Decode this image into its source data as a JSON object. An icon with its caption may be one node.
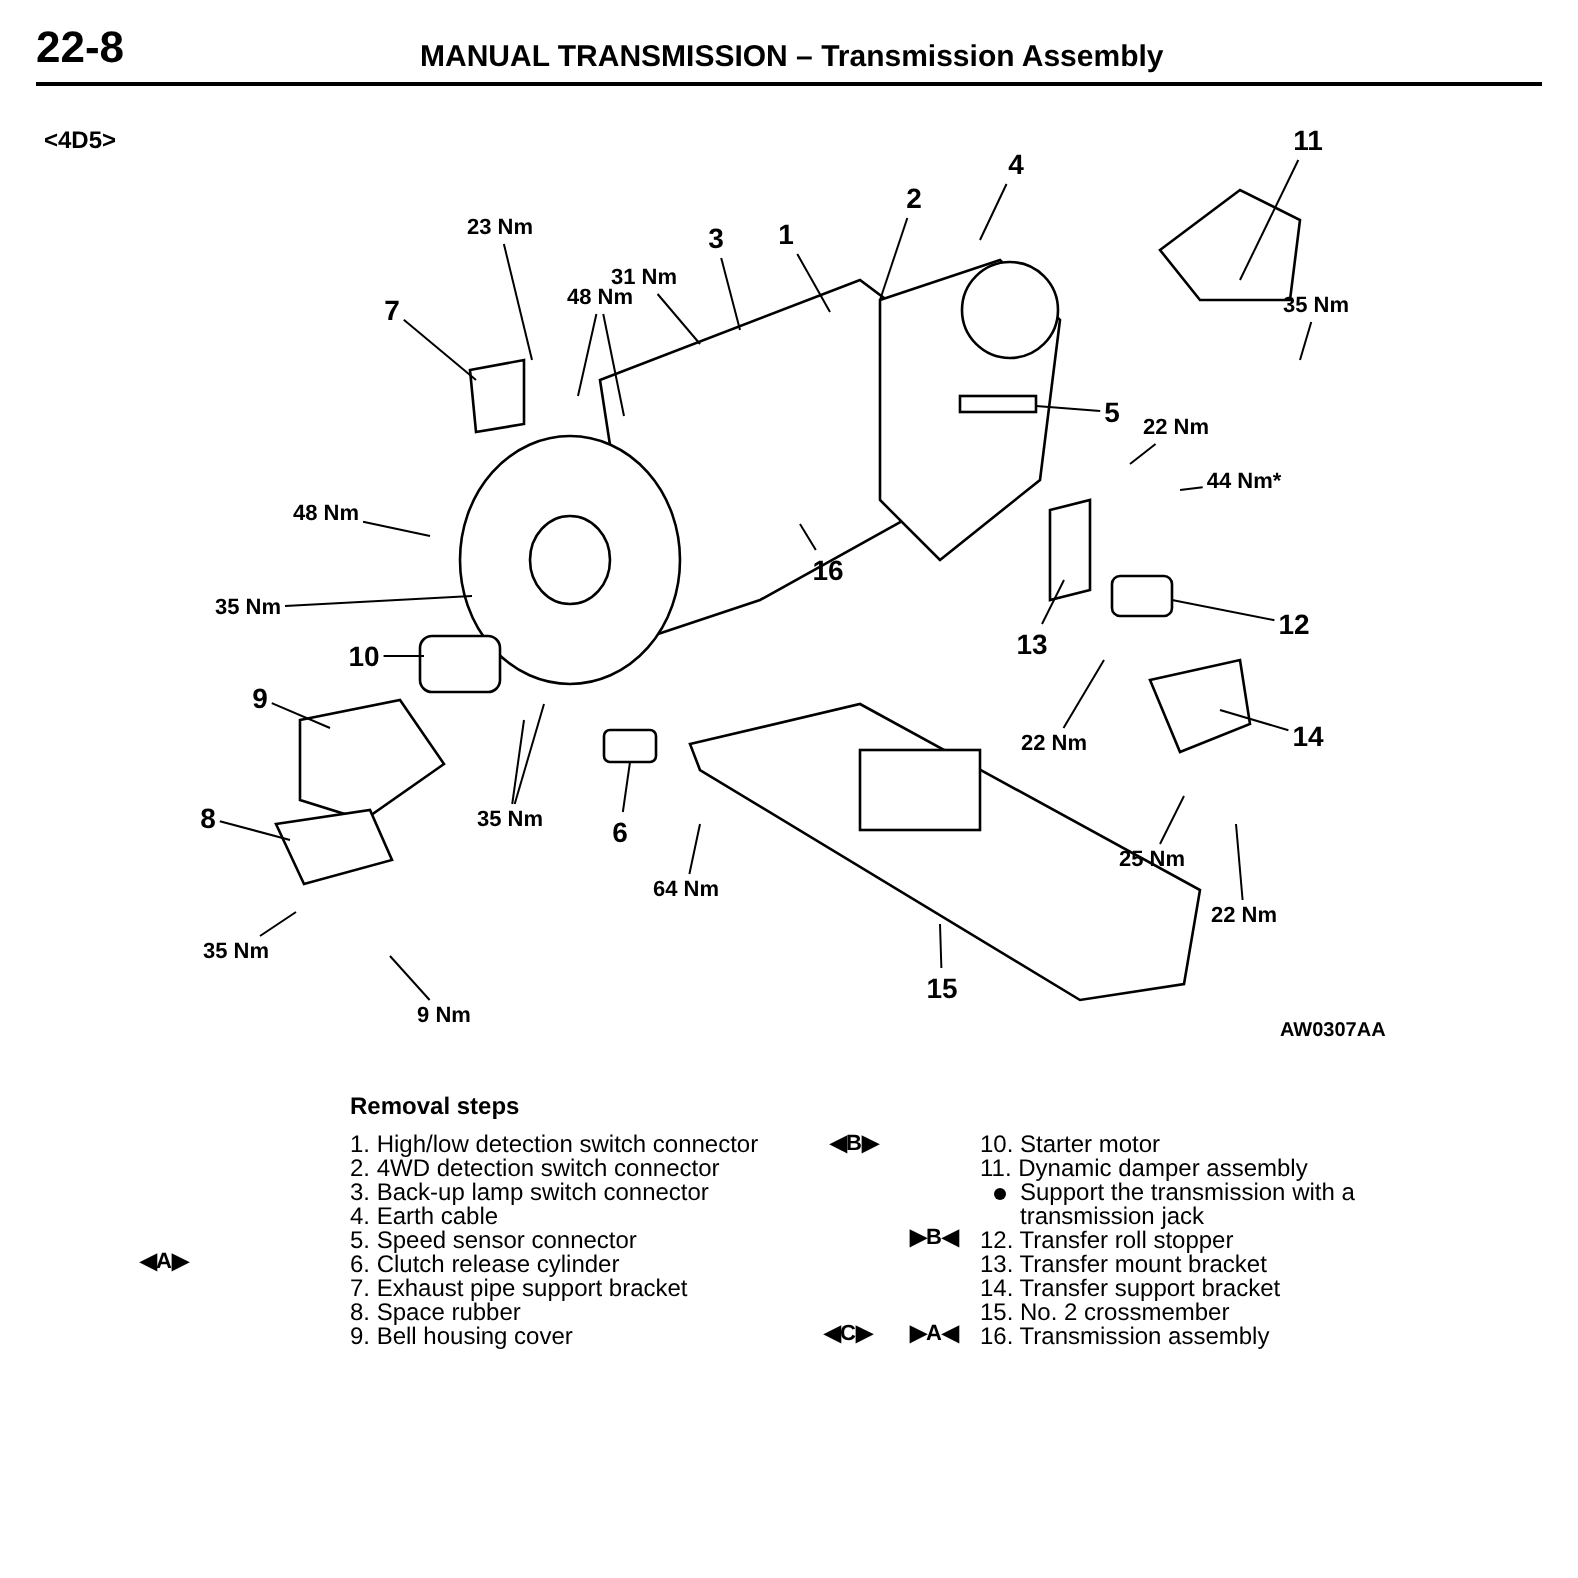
{
  "diagram": {
    "title": "MANUAL TRANSMISSION – Transmission Assembly",
    "nodes": [
      {
        "text": [
          "1"
        ]
      },
      {
        "text": [
          "2"
        ]
      },
      {
        "text": [
          "3"
        ]
      },
      {
        "text": [
          "4"
        ]
      },
      {
        "text": [
          "5"
        ]
      },
      {
        "text": [
          "6"
        ]
      },
      {
        "text": [
          "7"
        ]
      },
      {
        "text": [
          "8"
        ]
      },
      {
        "text": [
          "9"
        ]
      },
      {
        "text": [
          "10"
        ]
      },
      {
        "text": [
          "11"
        ]
      },
      {
        "text": [
          "12"
        ]
      },
      {
        "text": [
          "13"
        ]
      },
      {
        "text": [
          "14"
        ]
      },
      {
        "text": [
          "15"
        ]
      },
      {
        "text": [
          "16"
        ]
      },
      {
        "text": [
          "23 Nm"
        ]
      },
      {
        "text": [
          "31 Nm"
        ]
      },
      {
        "text": [
          "48 Nm"
        ]
      },
      {
        "text": [
          "48 Nm"
        ]
      },
      {
        "text": [
          "35 Nm"
        ]
      },
      {
        "text": [
          "22 Nm"
        ]
      },
      {
        "text": [
          "44 Nm*"
        ]
      },
      {
        "text": [
          "22 Nm"
        ]
      },
      {
        "text": [
          "35 Nm"
        ]
      },
      {
        "text": [
          "64 Nm"
        ]
      },
      {
        "text": [
          "25 Nm"
        ]
      },
      {
        "text": [
          "22 Nm"
        ]
      },
      {
        "text": [
          "35 Nm"
        ]
      },
      {
        "text": [
          "9 Nm"
        ]
      },
      {
        "text": [
          "35 Nm"
        ]
      }
    ],
    "edges": [
      {
        "from": 0,
        "to": null,
        "arrow": "none"
      },
      {
        "from": 1,
        "to": null,
        "arrow": "none"
      },
      {
        "from": 2,
        "to": null,
        "arrow": "none"
      },
      {
        "from": 3,
        "to": null,
        "arrow": "none"
      },
      {
        "from": 4,
        "to": null,
        "arrow": "none"
      },
      {
        "from": 5,
        "to": null,
        "arrow": "none"
      },
      {
        "from": 6,
        "to": null,
        "arrow": "none"
      },
      {
        "from": 7,
        "to": null,
        "arrow": "none"
      },
      {
        "from": 8,
        "to": null,
        "arrow": "none"
      },
      {
        "from": 9,
        "to": null,
        "arrow": "none"
      },
      {
        "from": 10,
        "to": null,
        "arrow": "none"
      },
      {
        "from": 11,
        "to": null,
        "arrow": "none"
      },
      {
        "from": 12,
        "to": null,
        "arrow": "none"
      },
      {
        "from": 13,
        "to": null,
        "arrow": "none"
      },
      {
        "from": 14,
        "to": null,
        "arrow": "none"
      },
      {
        "from": 15,
        "to": null,
        "arrow": "none"
      },
      {
        "from": 16,
        "to": null,
        "arrow": "none"
      },
      {
        "from": 17,
        "to": null,
        "arrow": "none"
      },
      {
        "from": 18,
        "to": null,
        "arrow": "none"
      },
      {
        "from": 18,
        "to": null,
        "arrow": "none"
      },
      {
        "from": 19,
        "to": null,
        "arrow": "none"
      },
      {
        "from": 20,
        "to": null,
        "arrow": "none"
      },
      {
        "from": 21,
        "to": null,
        "arrow": "none"
      },
      {
        "from": 22,
        "to": null,
        "arrow": "none"
      },
      {
        "from": 23,
        "to": null,
        "arrow": "none"
      },
      {
        "from": 24,
        "to": null,
        "arrow": "none"
      },
      {
        "from": 24,
        "to": null,
        "arrow": "none"
      },
      {
        "from": 25,
        "to": null,
        "arrow": "none"
      },
      {
        "from": 26,
        "to": null,
        "arrow": "none"
      },
      {
        "from": 27,
        "to": null,
        "arrow": "none"
      },
      {
        "from": 28,
        "to": null,
        "arrow": "none"
      },
      {
        "from": 29,
        "to": null,
        "arrow": "none"
      },
      {
        "from": 30,
        "to": null,
        "arrow": "none"
      }
    ],
    "labels": [
      "22-8",
      "<4D5>",
      "AW0307AA",
      "Removal steps",
      "1. High/low detection switch connector",
      "2. 4WD detection switch connector",
      "3. Back-up lamp switch connector",
      "4. Earth cable",
      "5. Speed sensor connector",
      "◀A▶",
      "6. Clutch release cylinder",
      "7. Exhaust pipe support bracket",
      "8. Space rubber",
      "9. Bell housing cover",
      "◀B▶",
      "10. Starter motor",
      "11. Dynamic damper assembly",
      "Support the transmission with a transmission jack",
      "▶B◀",
      "12. Transfer roll stopper",
      "13. Transfer mount bracket",
      "14. Transfer support bracket",
      "15. No. 2 crossmember",
      "◀C▶",
      "▶A◀",
      "16. Transmission assembly"
    ]
  }
}
